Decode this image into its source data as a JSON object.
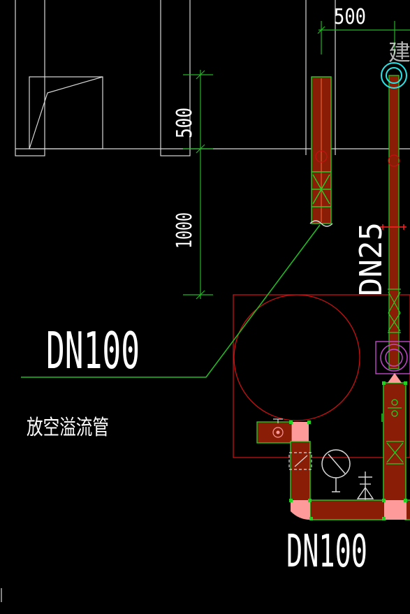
{
  "colors": {
    "background": "#000000",
    "outline": "#ffffff",
    "dimension": "#22b522",
    "leader": "#22c022",
    "pipe_fill": "#8a1d06",
    "pipe_edge": "#24d024",
    "tank": "#c41212",
    "highlight_fill": "#ff9a9a",
    "cyan": "#28e4e8",
    "magenta": "#c048c8"
  },
  "labels": {
    "dim_top_500": "500",
    "dim_vertical_500": "500",
    "dim_vertical_1000": "1000",
    "pipe_dn25": "DN25",
    "leader_dn100": "DN100",
    "overflow_pipe": "放空溢流管",
    "bottom_dn100": "DN100",
    "cut_text": "建筑"
  }
}
